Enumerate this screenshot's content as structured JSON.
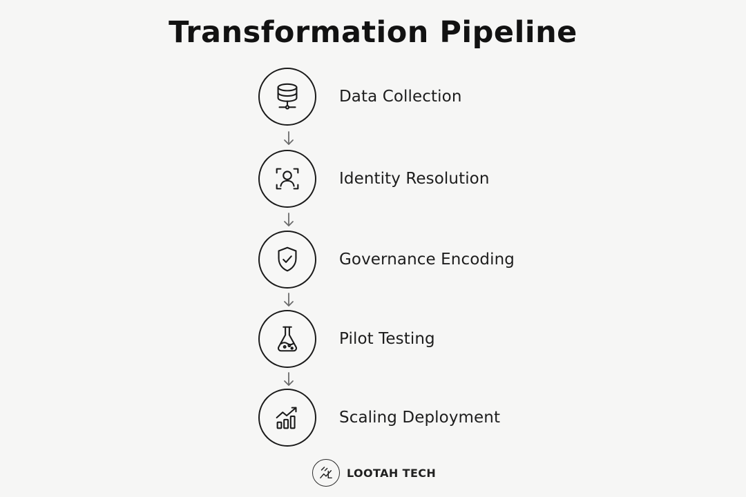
{
  "title": "Transformation Pipeline",
  "steps": [
    {
      "label": "Data Collection",
      "icon": "database-icon"
    },
    {
      "label": "Identity Resolution",
      "icon": "user-scan-icon"
    },
    {
      "label": "Governance Encoding",
      "icon": "shield-check-icon"
    },
    {
      "label": "Pilot Testing",
      "icon": "flask-icon"
    },
    {
      "label": "Scaling Deployment",
      "icon": "growth-chart-icon"
    }
  ],
  "brand": {
    "name": "LOOTAH TECH",
    "icon": "lootah-tech-logo-icon"
  },
  "colors": {
    "background": "#f6f6f5",
    "stroke": "#1a1a1a",
    "arrow": "#6b6b6b"
  }
}
